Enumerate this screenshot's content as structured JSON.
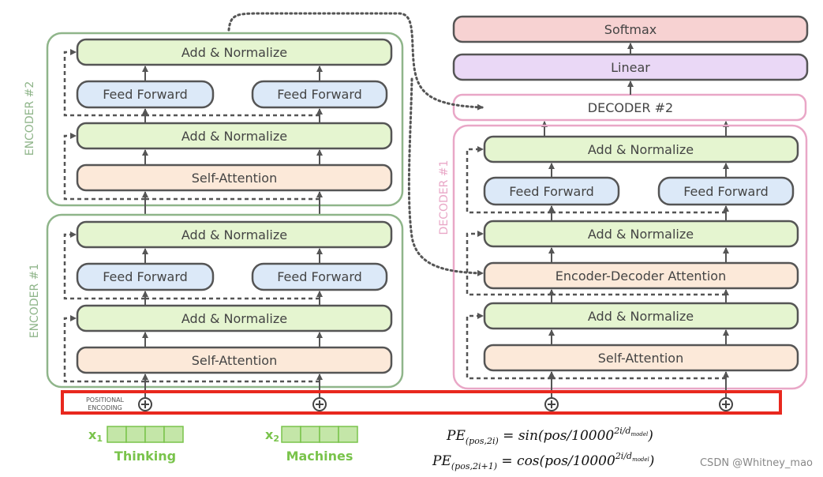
{
  "colors": {
    "encoder_frame": "#8fb58a",
    "decoder_frame": "#e9a7c7",
    "add_norm": "#e5f5d0",
    "feed_forward": "#dce9f8",
    "attention": "#fce9d9",
    "softmax": "#f7d2d2",
    "linear": "#ead8f6",
    "highlight": "#e8281e",
    "input_green": "#79c34b"
  },
  "encoder2": {
    "label": "ENCODER #2",
    "add_norm_top": "Add & Normalize",
    "ff_left": "Feed Forward",
    "ff_right": "Feed Forward",
    "add_norm_bottom": "Add & Normalize",
    "self_attention": "Self-Attention"
  },
  "encoder1": {
    "label": "ENCODER #1",
    "add_norm_top": "Add & Normalize",
    "ff_left": "Feed Forward",
    "ff_right": "Feed Forward",
    "add_norm_bottom": "Add & Normalize",
    "self_attention": "Self-Attention"
  },
  "decoder_stack": {
    "softmax": "Softmax",
    "linear": "Linear",
    "decoder2_label": "DECODER #2"
  },
  "decoder1": {
    "label": "DECODER #1",
    "add_norm_top": "Add & Normalize",
    "ff_left": "Feed Forward",
    "ff_right": "Feed Forward",
    "add_norm_mid": "Add & Normalize",
    "enc_dec_attention": "Encoder-Decoder Attention",
    "add_norm_bottom": "Add & Normalize",
    "self_attention": "Self-Attention"
  },
  "positional": {
    "label_line1": "POSITIONAL",
    "label_line2": "ENCODING"
  },
  "inputs": [
    {
      "symbol": "x",
      "subscript": "1",
      "word": "Thinking"
    },
    {
      "symbol": "x",
      "subscript": "2",
      "word": "Machines"
    }
  ],
  "formulas": [
    "PE(pos,2i) = sin(pos/10000^(2i/dmodel))",
    "PE(pos,2i+1) = cos(pos/10000^(2i/dmodel))"
  ],
  "watermark": "CSDN @Whitney_mao"
}
